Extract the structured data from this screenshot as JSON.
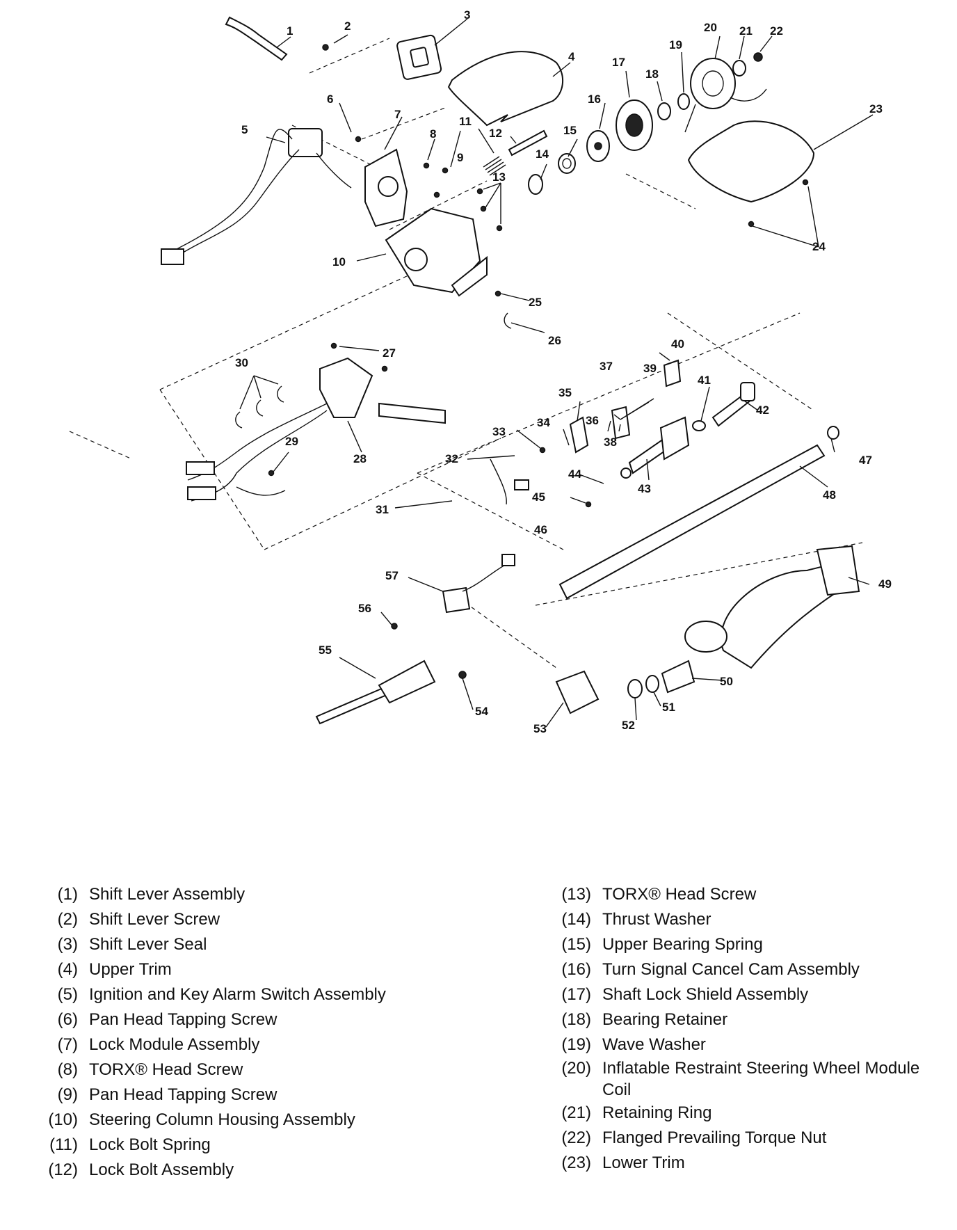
{
  "callouts": [
    "1",
    "2",
    "3",
    "4",
    "5",
    "6",
    "7",
    "8",
    "9",
    "10",
    "11",
    "12",
    "13",
    "14",
    "15",
    "16",
    "17",
    "18",
    "19",
    "20",
    "21",
    "22",
    "23",
    "24",
    "25",
    "26",
    "27",
    "28",
    "29",
    "30",
    "31",
    "32",
    "33",
    "34",
    "35",
    "36",
    "37",
    "38",
    "39",
    "40",
    "41",
    "42",
    "43",
    "44",
    "45",
    "46",
    "47",
    "48",
    "49",
    "50",
    "51",
    "52",
    "53",
    "54",
    "55",
    "56",
    "57"
  ],
  "legend": {
    "left": [
      {
        "num": "(1)",
        "label": "Shift Lever Assembly"
      },
      {
        "num": "(2)",
        "label": "Shift Lever Screw"
      },
      {
        "num": "(3)",
        "label": "Shift Lever Seal"
      },
      {
        "num": "(4)",
        "label": "Upper Trim"
      },
      {
        "num": "(5)",
        "label": "Ignition and Key Alarm Switch Assembly"
      },
      {
        "num": "(6)",
        "label": "Pan Head Tapping Screw"
      },
      {
        "num": "(7)",
        "label": "Lock Module Assembly"
      },
      {
        "num": "(8)",
        "label": "TORX® Head Screw"
      },
      {
        "num": "(9)",
        "label": "Pan Head Tapping Screw"
      },
      {
        "num": "(10)",
        "label": "Steering Column Housing Assembly"
      },
      {
        "num": "(11)",
        "label": "Lock Bolt Spring"
      },
      {
        "num": "(12)",
        "label": "Lock Bolt Assembly"
      }
    ],
    "right": [
      {
        "num": "(13)",
        "label": "TORX® Head Screw"
      },
      {
        "num": "(14)",
        "label": "Thrust Washer"
      },
      {
        "num": "(15)",
        "label": "Upper Bearing Spring"
      },
      {
        "num": "(16)",
        "label": "Turn Signal Cancel Cam Assembly"
      },
      {
        "num": "(17)",
        "label": "Shaft Lock Shield Assembly"
      },
      {
        "num": "(18)",
        "label": "Bearing Retainer"
      },
      {
        "num": "(19)",
        "label": "Wave Washer"
      },
      {
        "num": "(20)",
        "label": "Inflatable Restraint Steering Wheel Module Coil"
      },
      {
        "num": "(21)",
        "label": "Retaining Ring"
      },
      {
        "num": "(22)",
        "label": "Flanged Prevailing Torque Nut"
      },
      {
        "num": "(23)",
        "label": "Lower Trim"
      }
    ]
  }
}
